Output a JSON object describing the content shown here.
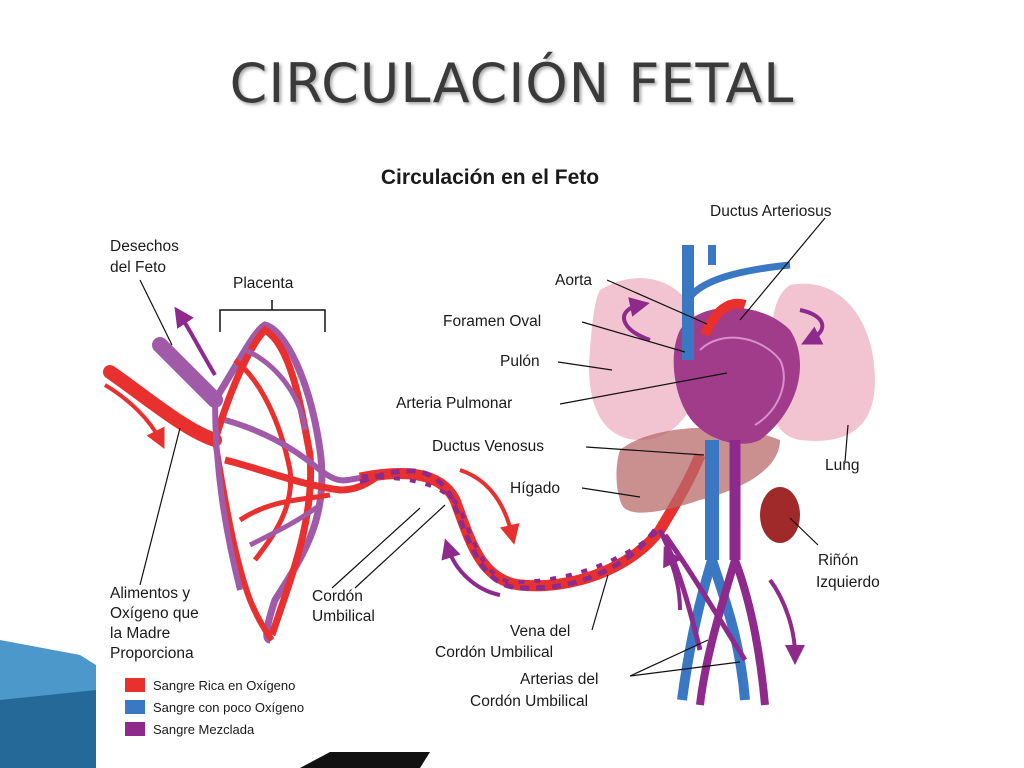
{
  "slide": {
    "title": "CIRCULACIÓN FETAL"
  },
  "figure": {
    "title": "Circulación en el Feto",
    "labels": {
      "desechos_l1": "Desechos",
      "desechos_l2": "del Feto",
      "placenta": "Placenta",
      "alimentos_l1": "Alimentos y",
      "alimentos_l2": "Oxígeno que",
      "alimentos_l3": "la Madre",
      "alimentos_l4": "Proporciona",
      "cordon_l1": "Cordón",
      "cordon_l2": "Umbilical",
      "ductus_arteriosus": "Ductus Arteriosus",
      "aorta": "Aorta",
      "foramen_oval": "Foramen Oval",
      "pulon": "Pulón",
      "arteria_pulmonar": "Arteria Pulmonar",
      "ductus_venosus": "Ductus Venosus",
      "higado": "Hígado",
      "lung": "Lung",
      "rinon_l1": "Riñón",
      "rinon_l2": "Izquierdo",
      "vena_l1": "Vena del",
      "vena_l2": "Cordón Umbilical",
      "arterias_l1": "Arterias del",
      "arterias_l2": "Cordón Umbilical"
    },
    "legend": [
      {
        "label": "Sangre Rica en Oxígeno",
        "color": "#e8302e"
      },
      {
        "label": "Sangre con poco Oxígeno",
        "color": "#3b78c4"
      },
      {
        "label": "Sangre Mezclada",
        "color": "#8e2a8c"
      }
    ]
  },
  "colors": {
    "red": "#e8302e",
    "blue": "#3b78c4",
    "purple": "#8e2a8c",
    "lung": "#f0b8c8",
    "liver": "#b86a6a",
    "heart": "#a03c8a"
  }
}
